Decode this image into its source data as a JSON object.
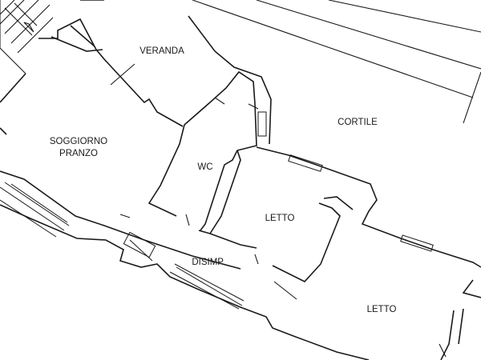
{
  "rooms": {
    "veranda": "VERANDA",
    "cortile": "CORTILE",
    "soggiorno_line1": "SOGGIORNO",
    "soggiorno_line2": "PRANZO",
    "wc": "WC",
    "letto_1": "LETTO",
    "disimpegno": "DISIMP.",
    "letto_2": "LETTO"
  }
}
